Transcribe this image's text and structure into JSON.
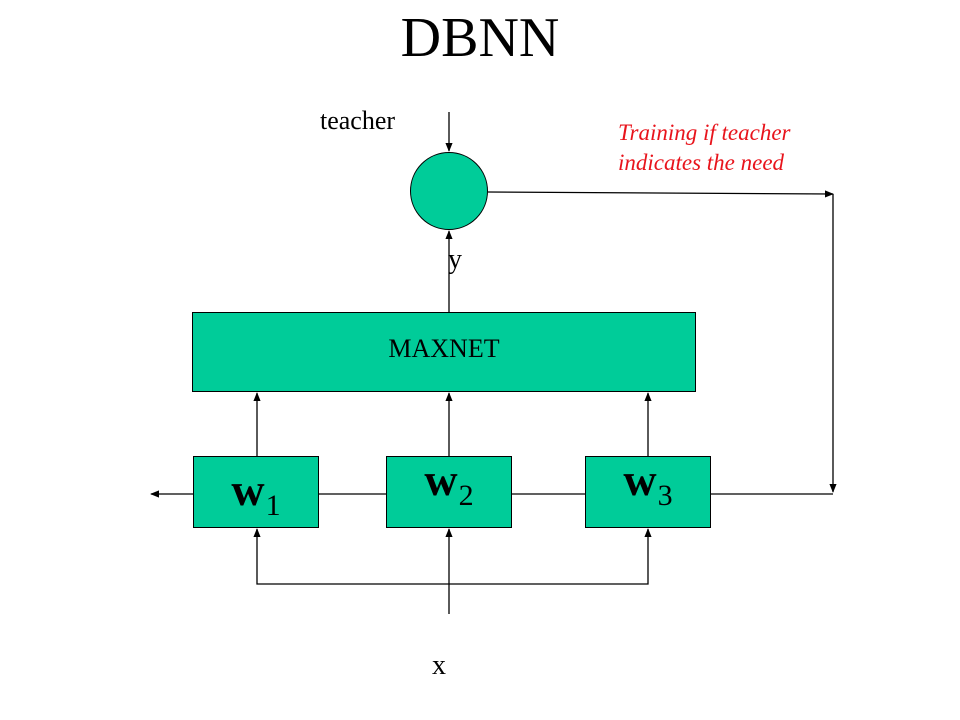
{
  "title": "DBNN",
  "teacher_label": "teacher",
  "note": {
    "line1": "Training if teacher",
    "line2": "indicates the need",
    "color": "#e8141c"
  },
  "output_label": "y",
  "input_label": "x",
  "maxnet_label": "MAXNET",
  "weights": [
    {
      "base": "w",
      "sub": "1"
    },
    {
      "base": "w",
      "sub": "2"
    },
    {
      "base": "w",
      "sub": "3"
    }
  ],
  "colors": {
    "block_fill": "#00cc99",
    "line": "#000000"
  }
}
